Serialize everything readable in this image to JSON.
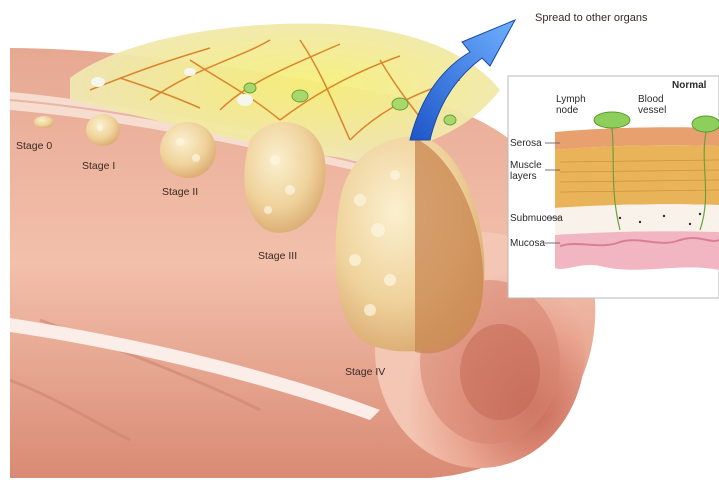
{
  "colon": {
    "stages": [
      {
        "label": "Stage 0"
      },
      {
        "label": "Stage I"
      },
      {
        "label": "Stage II"
      },
      {
        "label": "Stage III"
      },
      {
        "label": "Stage IV"
      }
    ],
    "spread_label": "Spread to other organs"
  },
  "inset": {
    "title": "Normal",
    "top_labels": [
      "Lymph node",
      "Blood vessel"
    ],
    "layer_labels": [
      "Serosa",
      "Muscle layers",
      "Submucosa",
      "Mucosa"
    ]
  },
  "colors": {
    "tissue": "#e8a48c",
    "lumen": "#f3c2b0",
    "fat": "#f2ee6a",
    "vessel": "#d9771e",
    "tumor": "#f0d5a0",
    "arrow": "#2f6fe0"
  }
}
